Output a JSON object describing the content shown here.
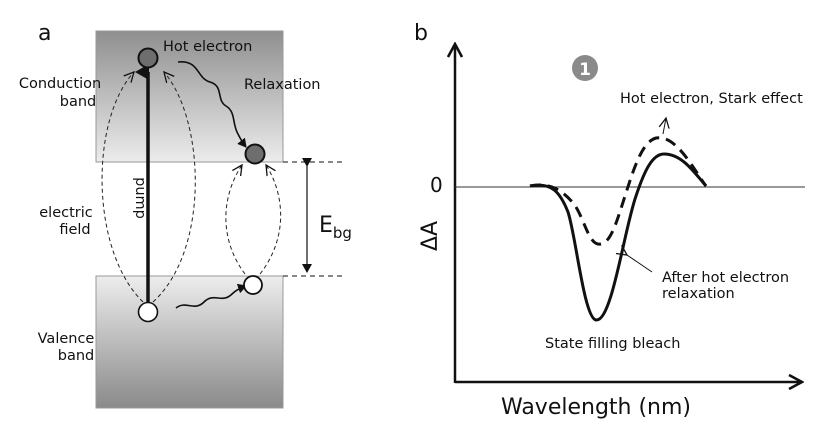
{
  "panel_a": {
    "label": "a",
    "conduction_band_line1": "Conduction",
    "conduction_band_line2": "band",
    "valence_band_line1": "Valence",
    "valence_band_line2": "band",
    "electric_field_line1": "electric",
    "electric_field_line2": "field",
    "hot_electron": "Hot electron",
    "relaxation": "Relaxation",
    "pump": "pump",
    "ebg_main": "E",
    "ebg_sub": "bg"
  },
  "panel_b": {
    "label": "b",
    "badge": "1",
    "zero_label": "0",
    "y_axis_title": "ΔA",
    "x_axis_title": "Wavelength (nm)",
    "annotation_stark": "Hot electron, Stark effect",
    "annotation_after_line1": "After hot electron",
    "annotation_after_line2": "relaxation",
    "annotation_bleach": "State filling bleach"
  },
  "colors": {
    "band_top": "#e6e6e6",
    "band_bottom": "#8f8f8f",
    "electron_fill": "#6e6e6e",
    "badge_fill": "#8a8a8a"
  }
}
